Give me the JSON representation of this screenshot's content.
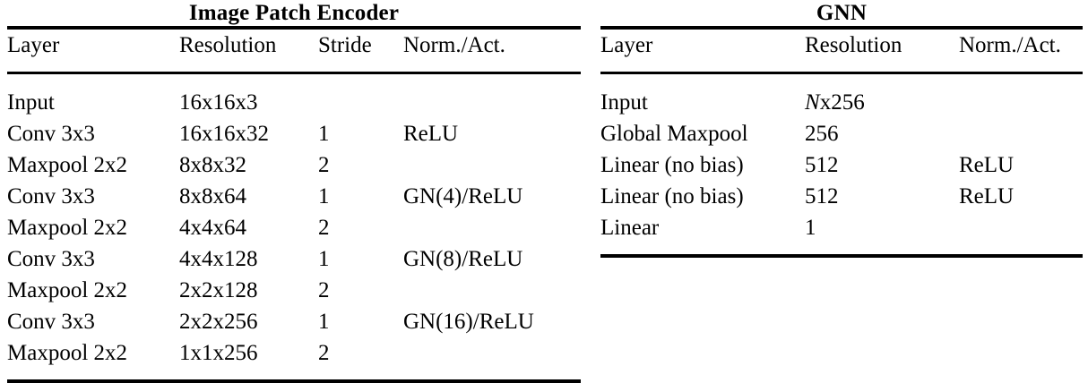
{
  "tables": [
    {
      "id": "image-patch-encoder",
      "title": "Image Patch Encoder",
      "columns": [
        "Layer",
        "Resolution",
        "Stride",
        "Norm./Act."
      ],
      "rows": [
        [
          "Input",
          "16x16x3",
          "",
          ""
        ],
        [
          "Conv 3x3",
          "16x16x32",
          "1",
          "ReLU"
        ],
        [
          "Maxpool 2x2",
          "8x8x32",
          "2",
          ""
        ],
        [
          "Conv 3x3",
          "8x8x64",
          "1",
          "GN(4)/ReLU"
        ],
        [
          "Maxpool 2x2",
          "4x4x64",
          "2",
          ""
        ],
        [
          "Conv 3x3",
          "4x4x128",
          "1",
          "GN(8)/ReLU"
        ],
        [
          "Maxpool 2x2",
          "2x2x128",
          "2",
          ""
        ],
        [
          "Conv 3x3",
          "2x2x256",
          "1",
          "GN(16)/ReLU"
        ],
        [
          "Maxpool 2x2",
          "1x1x256",
          "2",
          ""
        ]
      ]
    },
    {
      "id": "gnn",
      "title": "GNN",
      "columns": [
        "Layer",
        "Resolution",
        "Norm./Act."
      ],
      "rows": [
        [
          "Input",
          "Nx256",
          ""
        ],
        [
          "Global Maxpool",
          "256",
          ""
        ],
        [
          "Linear (no bias)",
          "512",
          "ReLU"
        ],
        [
          "Linear (no bias)",
          "512",
          "ReLU"
        ],
        [
          "Linear",
          "1",
          ""
        ]
      ],
      "italic_cells": [
        [
          0,
          1,
          1
        ]
      ]
    }
  ]
}
